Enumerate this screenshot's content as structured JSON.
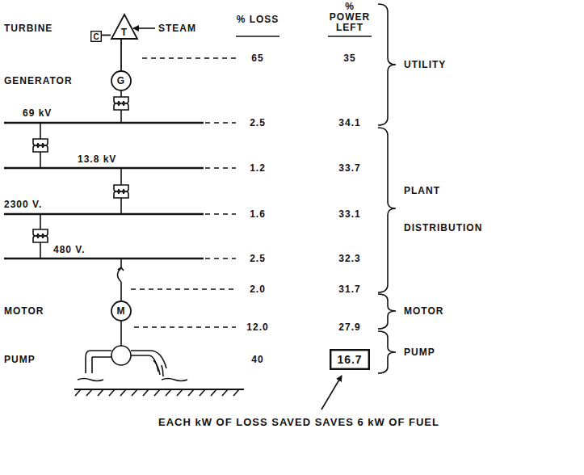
{
  "diagram": {
    "caption": "EACH kW OF LOSS SAVED SAVES 6 kW OF FUEL",
    "nodes": [
      {
        "text": [
          "T"
        ]
      },
      {
        "text": [
          "C"
        ]
      },
      {
        "text": [
          "G"
        ]
      },
      {
        "text": [
          "M"
        ]
      },
      {
        "text": [
          "16.7"
        ]
      }
    ],
    "edges": [
      {
        "from": 1,
        "to": 0,
        "arrow": "none"
      },
      {
        "from": 0,
        "to": 2,
        "arrow": "none"
      }
    ],
    "labels": [
      "TURBINE",
      "STEAM",
      "% LOSS",
      "% POWER LEFT",
      "65",
      "35",
      "GENERATOR",
      "69 kV",
      "2.5",
      "34.1",
      "13.8 kV",
      "1.2",
      "33.7",
      "2300 V.",
      "1.6",
      "33.1",
      "480 V.",
      "2.5",
      "32.3",
      "2.0",
      "31.7",
      "MOTOR",
      "12.0",
      "27.9",
      "PUMP",
      "40",
      "UTILITY",
      "PLANT",
      "DISTRIBUTION",
      "MOTOR",
      "PUMP"
    ]
  }
}
